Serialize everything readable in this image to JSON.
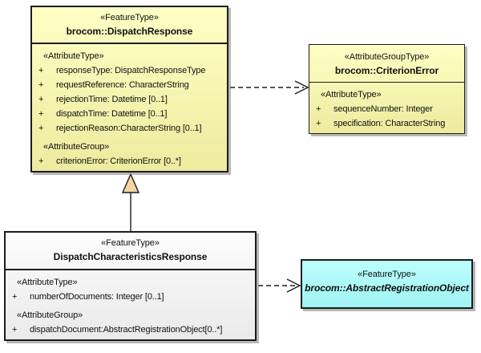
{
  "diagram": {
    "kind": "uml-class-diagram",
    "colors": {
      "class_fill_yellow_top": "#FFFFC6",
      "class_fill_yellow_bottom": "#EDEB9E",
      "class_fill_gray_top": "#FCFCFC",
      "class_fill_gray_bottom": "#EAEAEA",
      "class_fill_cyan_top": "#BDFFFF",
      "class_fill_cyan_bottom": "#A0F2F2",
      "border": "#1C1C1C",
      "generalization_triangle_fill": "#F2D5A0"
    }
  },
  "classes": [
    {
      "stereotype": "«FeatureType»",
      "name": "brocom::DispatchResponse",
      "sections": [
        {
          "label": "«AttributeType»",
          "attributes": [
            {
              "vis": "+",
              "text": "responseType: DispatchResponseType"
            },
            {
              "vis": "+",
              "text": "requestReference: CharacterString"
            },
            {
              "vis": "+",
              "text": "rejectionTime: Datetime [0..1]"
            },
            {
              "vis": "+",
              "text": "dispatchTime: Datetime [0..1]"
            },
            {
              "vis": "+",
              "text": "rejectionReason:CharacterString [0..1]"
            }
          ]
        },
        {
          "label": "«AttributeGroup»",
          "attributes": [
            {
              "vis": "+",
              "text": "criterionError: CriterionError [0..*]"
            }
          ]
        }
      ]
    },
    {
      "stereotype": "«AttributeGroupType»",
      "name": "brocom::CriterionError",
      "sections": [
        {
          "label": "«AttributeType»",
          "attributes": [
            {
              "vis": "+",
              "text": "sequenceNumber: Integer"
            },
            {
              "vis": "+",
              "text": "specification: CharacterString"
            }
          ]
        }
      ]
    },
    {
      "stereotype": "«FeatureType»",
      "name": "DispatchCharacteristicsResponse",
      "sections": [
        {
          "label": "«AttributeType»",
          "attributes": [
            {
              "vis": "+",
              "text": "numberOfDocuments: Integer [0..1]"
            }
          ]
        },
        {
          "label": "«AttributeGroup»",
          "attributes": [
            {
              "vis": "+",
              "text": "dispatchDocument:AbstractRegistrationObject[0..*]"
            }
          ]
        }
      ]
    },
    {
      "stereotype": "«FeatureType»",
      "name": "brocom::AbstractRegistrationObject"
    }
  ],
  "connectors": [
    {
      "type": "dependency",
      "style": "dashed-open-arrow",
      "from": "brocom::DispatchResponse",
      "to": "brocom::CriterionError"
    },
    {
      "type": "generalization",
      "style": "solid-hollow-triangle",
      "from": "DispatchCharacteristicsResponse",
      "to": "brocom::DispatchResponse"
    },
    {
      "type": "dependency",
      "style": "dashed-open-arrow",
      "from": "DispatchCharacteristicsResponse",
      "to": "brocom::AbstractRegistrationObject"
    }
  ]
}
